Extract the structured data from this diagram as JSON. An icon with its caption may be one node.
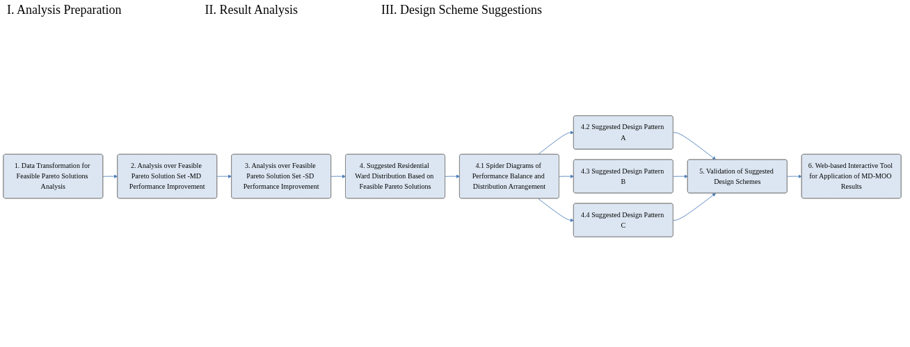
{
  "diagram": {
    "nodes": [
      {
        "text": [
          "1. Data Transformation for Feasible Pareto Solutions Analysis"
        ]
      },
      {
        "text": [
          "2. Analysis over Feasible Pareto Solution Set -MD Performance Improvement"
        ]
      },
      {
        "text": [
          "3. Analysis over Feasible Pareto Solution Set -SD Performance Improvement"
        ]
      },
      {
        "text": [
          "4. Suggested Residential Ward Distribution Based on Feasible Pareto Solutions"
        ]
      },
      {
        "text": [
          "4.1 Spider Diagrams of Performance Balance and Distribution Arrangement"
        ]
      },
      {
        "text": [
          "4.2 Suggested Design Pattern A"
        ]
      },
      {
        "text": [
          "4.3 Suggested Design Pattern B"
        ]
      },
      {
        "text": [
          "4.4 Suggested Design Pattern C"
        ]
      },
      {
        "text": [
          "5. Validation of Suggested Design Schemes"
        ]
      },
      {
        "text": [
          "6. Web-based Interactive Tool for Application of MD-MOO Results"
        ]
      }
    ],
    "edges": [
      {
        "from": 0,
        "to": 1,
        "arrow": "to"
      },
      {
        "from": 1,
        "to": 2,
        "arrow": "to"
      },
      {
        "from": 2,
        "to": 3,
        "arrow": "to"
      },
      {
        "from": 3,
        "to": 4,
        "arrow": "to"
      },
      {
        "from": 4,
        "to": 5,
        "arrow": "to"
      },
      {
        "from": 4,
        "to": 6,
        "arrow": "to"
      },
      {
        "from": 4,
        "to": 7,
        "arrow": "to"
      },
      {
        "from": 5,
        "to": 8,
        "arrow": "to"
      },
      {
        "from": 6,
        "to": 8,
        "arrow": "to"
      },
      {
        "from": 7,
        "to": 8,
        "arrow": "to"
      },
      {
        "from": 8,
        "to": 9,
        "arrow": "to"
      }
    ],
    "labels": [
      "I. Analysis Preparation",
      "II. Result Analysis",
      "III. Design Scheme Suggestions"
    ]
  }
}
